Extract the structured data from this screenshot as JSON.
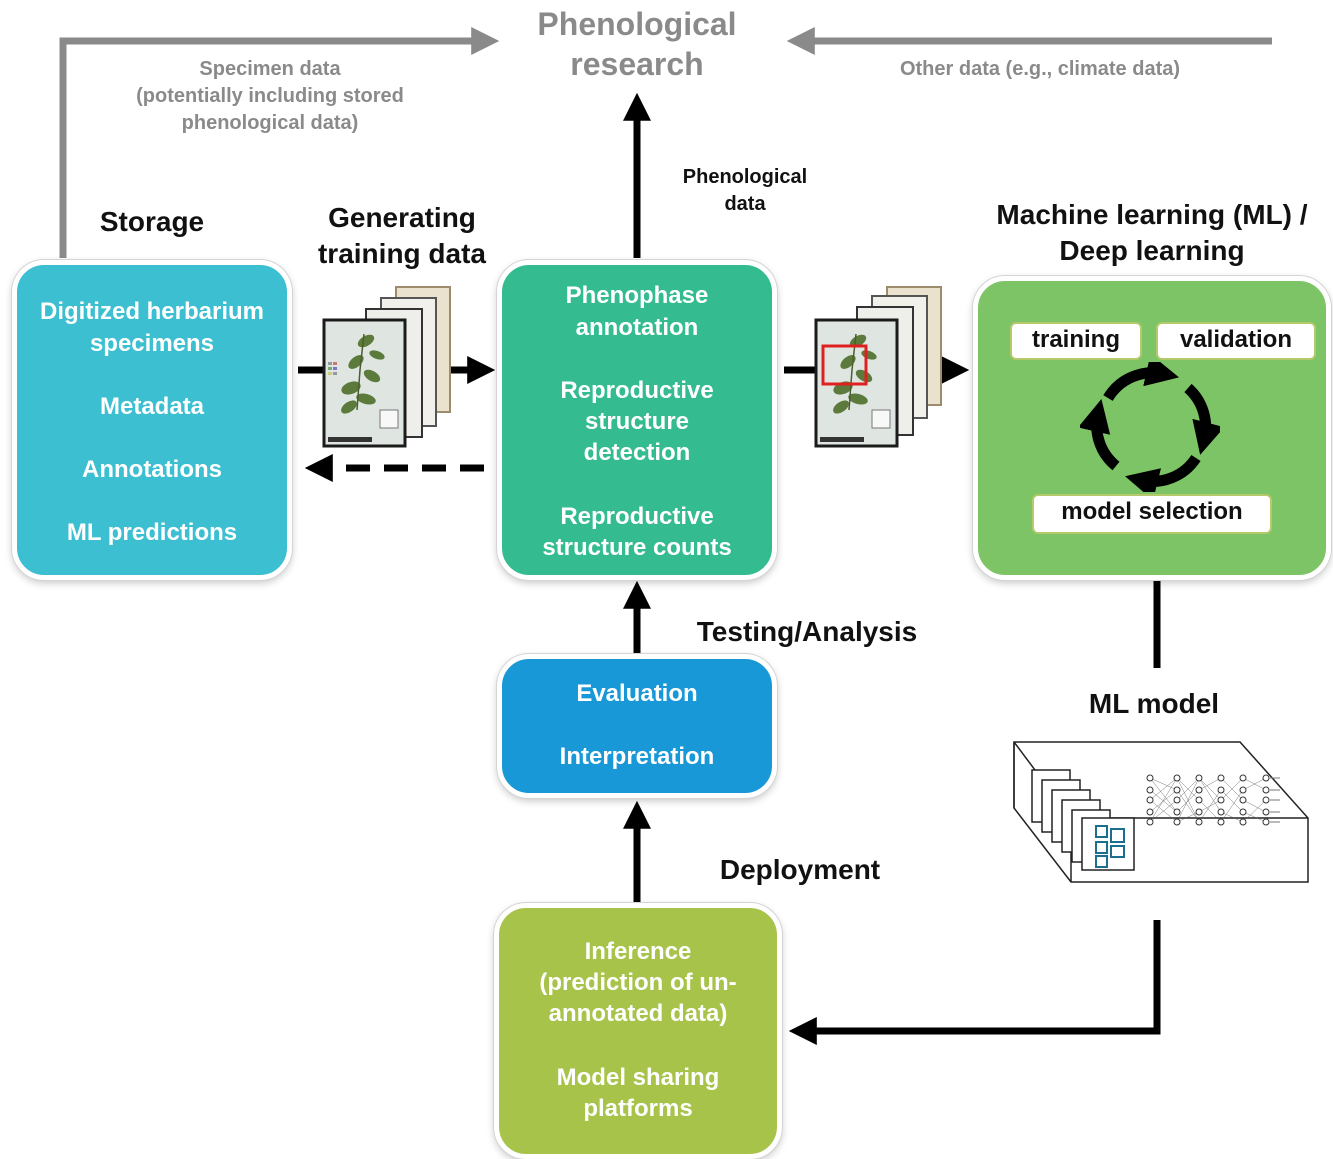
{
  "top": {
    "title_line1": "Phenological",
    "title_line2": "research",
    "specimen_line1": "Specimen data",
    "specimen_line2": "(potentially including stored",
    "specimen_line3": "phenological data)",
    "other_data": "Other data (e.g., climate data)",
    "phenological_data_line1": "Phenological",
    "phenological_data_line2": "data"
  },
  "headings": {
    "storage": "Storage",
    "generating_line1": "Generating",
    "generating_line2": "training data",
    "ml_line1": "Machine learning (ML) /",
    "ml_line2": "Deep learning",
    "testing": "Testing/Analysis",
    "ml_model": "ML model",
    "deployment": "Deployment"
  },
  "storage_box": {
    "line1": "Digitized herbarium",
    "line2": "specimens",
    "line3": "Metadata",
    "line4": "Annotations",
    "line5": "ML predictions"
  },
  "annotation_box": {
    "line1": "Phenophase",
    "line2": "annotation",
    "line3": "Reproductive",
    "line4": "structure",
    "line5": "detection",
    "line6": "Reproductive",
    "line7": "structure counts"
  },
  "ml_box": {
    "training": "training",
    "validation": "validation",
    "model_selection": "model selection"
  },
  "evaluation_box": {
    "line1": "Evaluation",
    "line2": "Interpretation"
  },
  "inference_box": {
    "line1": "Inference",
    "line2": "(prediction of un-",
    "line3": "annotated data)",
    "line4": "Model sharing",
    "line5": "platforms"
  },
  "colors": {
    "storage": "#3cbfd1",
    "annotation": "#34bb8f",
    "ml": "#7cc465",
    "evaluation": "#1898d6",
    "inference": "#a7c34a",
    "gray_arrow": "#8a8a8a",
    "black_arrow": "#000000",
    "detection_box": "#e02020"
  },
  "icons": [
    "specimen-stack-icon",
    "specimen-stack-detection-icon",
    "cycle-arrows-icon",
    "neural-network-model-icon"
  ]
}
